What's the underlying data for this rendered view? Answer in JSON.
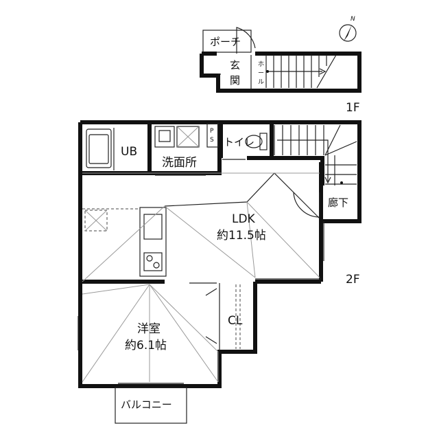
{
  "labels": {
    "porch": "ポーチ",
    "entrance_1": "玄",
    "entrance_2": "関",
    "hall_1": "ホ",
    "hall_2": "ー",
    "hall_3": "ル",
    "floor1": "1F",
    "floor2": "2F",
    "ub": "UB",
    "washroom": "洗面所",
    "ps_1": "P",
    "ps_2": "S",
    "toilet": "トイレ",
    "corridor": "廊下",
    "ldk": "LDK",
    "ldk_area": "約11.5帖",
    "western_room": "洋室",
    "western_area": "約6.1帖",
    "closet": "CL",
    "balcony": "バルコニー",
    "north": "N"
  }
}
